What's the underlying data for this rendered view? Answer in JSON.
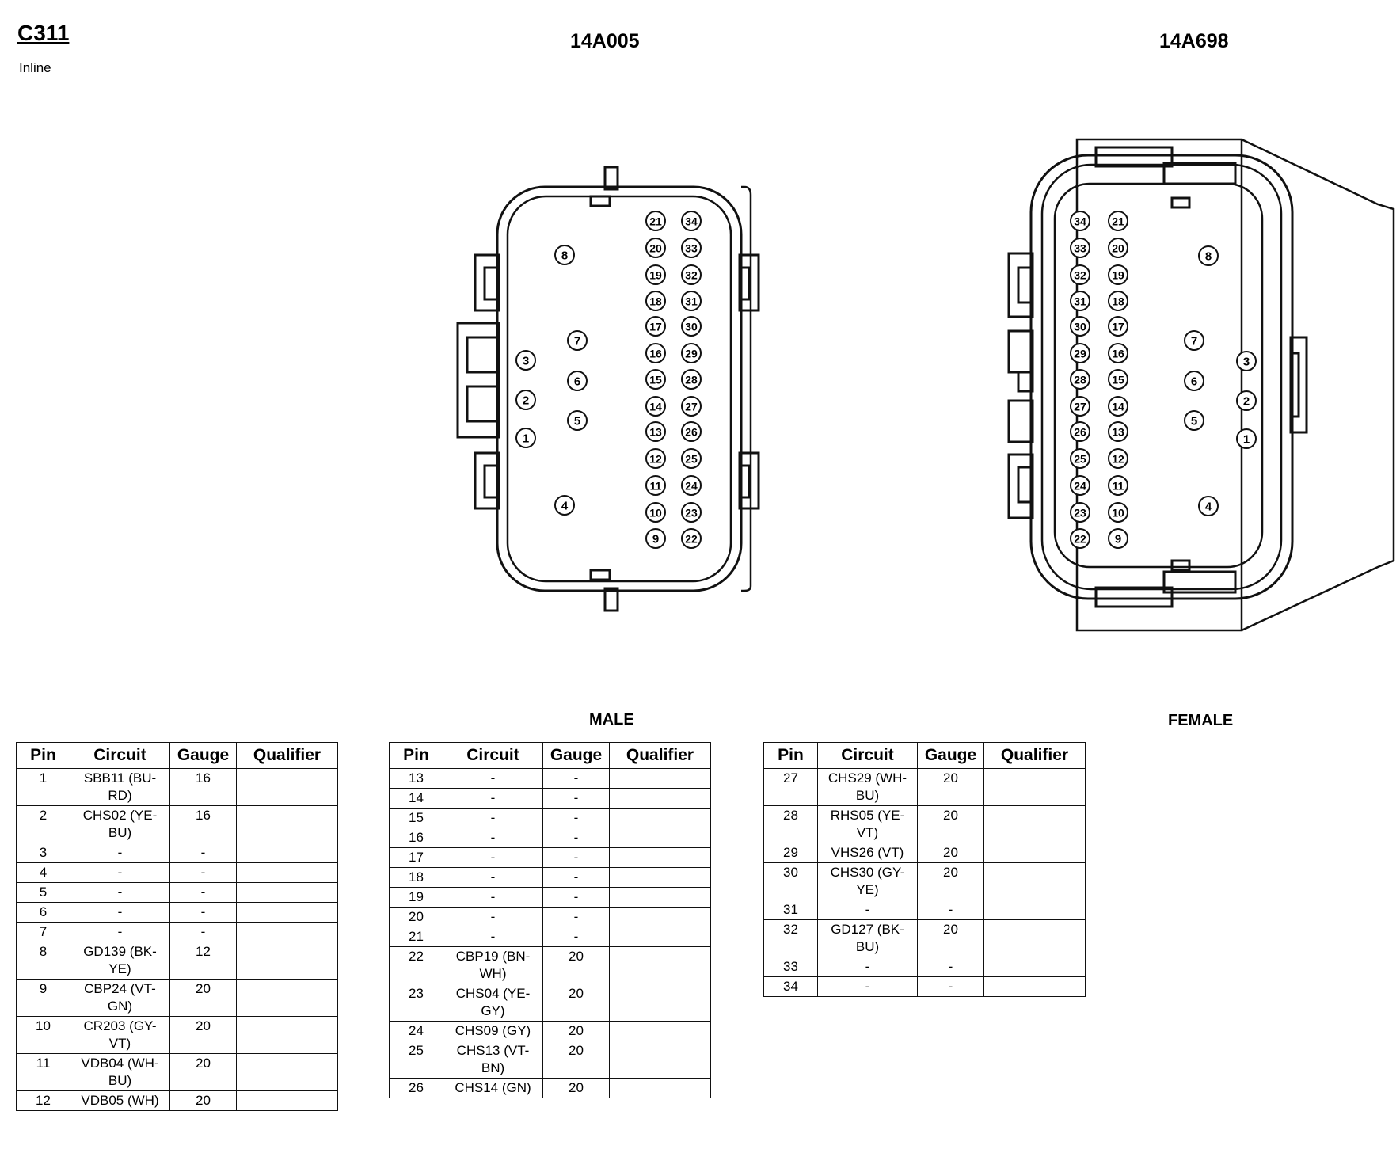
{
  "connector": {
    "id": "C311",
    "type": "Inline"
  },
  "parts": {
    "left": "14A005",
    "right": "14A698"
  },
  "genders": {
    "male": "MALE",
    "female": "FEMALE"
  },
  "columns": [
    "Pin",
    "Circuit",
    "Gauge",
    "Qualifier"
  ],
  "pins": [
    {
      "pin": "1",
      "circuit": "SBB11 (BU-RD)",
      "gauge": "16",
      "qualifier": ""
    },
    {
      "pin": "2",
      "circuit": "CHS02 (YE-BU)",
      "gauge": "16",
      "qualifier": ""
    },
    {
      "pin": "3",
      "circuit": "-",
      "gauge": "-",
      "qualifier": ""
    },
    {
      "pin": "4",
      "circuit": "-",
      "gauge": "-",
      "qualifier": ""
    },
    {
      "pin": "5",
      "circuit": "-",
      "gauge": "-",
      "qualifier": ""
    },
    {
      "pin": "6",
      "circuit": "-",
      "gauge": "-",
      "qualifier": ""
    },
    {
      "pin": "7",
      "circuit": "-",
      "gauge": "-",
      "qualifier": ""
    },
    {
      "pin": "8",
      "circuit": "GD139 (BK-YE)",
      "gauge": "12",
      "qualifier": ""
    },
    {
      "pin": "9",
      "circuit": "CBP24 (VT-GN)",
      "gauge": "20",
      "qualifier": ""
    },
    {
      "pin": "10",
      "circuit": "CR203 (GY-VT)",
      "gauge": "20",
      "qualifier": ""
    },
    {
      "pin": "11",
      "circuit": "VDB04 (WH-BU)",
      "gauge": "20",
      "qualifier": ""
    },
    {
      "pin": "12",
      "circuit": "VDB05 (WH)",
      "gauge": "20",
      "qualifier": ""
    },
    {
      "pin": "13",
      "circuit": "-",
      "gauge": "-",
      "qualifier": ""
    },
    {
      "pin": "14",
      "circuit": "-",
      "gauge": "-",
      "qualifier": ""
    },
    {
      "pin": "15",
      "circuit": "-",
      "gauge": "-",
      "qualifier": ""
    },
    {
      "pin": "16",
      "circuit": "-",
      "gauge": "-",
      "qualifier": ""
    },
    {
      "pin": "17",
      "circuit": "-",
      "gauge": "-",
      "qualifier": ""
    },
    {
      "pin": "18",
      "circuit": "-",
      "gauge": "-",
      "qualifier": ""
    },
    {
      "pin": "19",
      "circuit": "-",
      "gauge": "-",
      "qualifier": ""
    },
    {
      "pin": "20",
      "circuit": "-",
      "gauge": "-",
      "qualifier": ""
    },
    {
      "pin": "21",
      "circuit": "-",
      "gauge": "-",
      "qualifier": ""
    },
    {
      "pin": "22",
      "circuit": "CBP19 (BN-WH)",
      "gauge": "20",
      "qualifier": ""
    },
    {
      "pin": "23",
      "circuit": "CHS04 (YE-GY)",
      "gauge": "20",
      "qualifier": ""
    },
    {
      "pin": "24",
      "circuit": "CHS09 (GY)",
      "gauge": "20",
      "qualifier": ""
    },
    {
      "pin": "25",
      "circuit": "CHS13 (VT-BN)",
      "gauge": "20",
      "qualifier": ""
    },
    {
      "pin": "26",
      "circuit": "CHS14 (GN)",
      "gauge": "20",
      "qualifier": ""
    },
    {
      "pin": "27",
      "circuit": "CHS29 (WH-BU)",
      "gauge": "20",
      "qualifier": ""
    },
    {
      "pin": "28",
      "circuit": "RHS05 (YE-VT)",
      "gauge": "20",
      "qualifier": ""
    },
    {
      "pin": "29",
      "circuit": "VHS26 (VT)",
      "gauge": "20",
      "qualifier": ""
    },
    {
      "pin": "30",
      "circuit": "CHS30 (GY-YE)",
      "gauge": "20",
      "qualifier": ""
    },
    {
      "pin": "31",
      "circuit": "-",
      "gauge": "-",
      "qualifier": ""
    },
    {
      "pin": "32",
      "circuit": "GD127 (BK-BU)",
      "gauge": "20",
      "qualifier": ""
    },
    {
      "pin": "33",
      "circuit": "-",
      "gauge": "-",
      "qualifier": ""
    },
    {
      "pin": "34",
      "circuit": "-",
      "gauge": "-",
      "qualifier": ""
    }
  ]
}
